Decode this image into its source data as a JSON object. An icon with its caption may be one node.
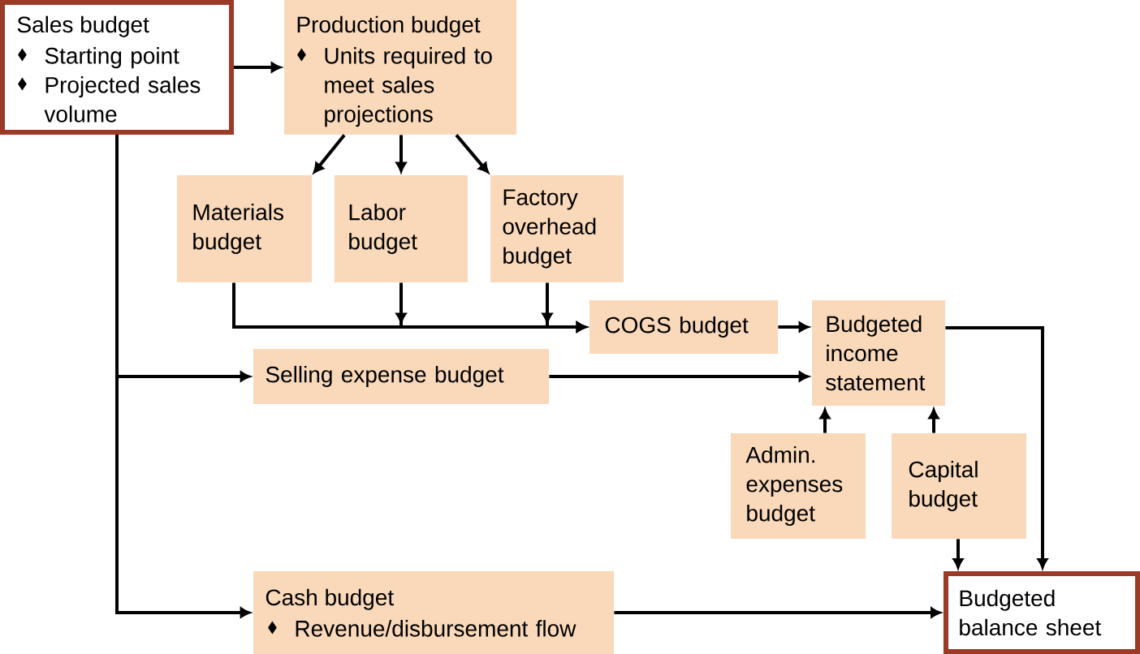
{
  "diagram": {
    "nodes": [
      {
        "text": [
          "Sales budget",
          "Starting point",
          "Projected sales volume"
        ]
      },
      {
        "text": [
          "Production budget",
          "Units required to meet sales projections"
        ]
      },
      {
        "text": [
          "Materials budget"
        ]
      },
      {
        "text": [
          "Labor budget"
        ]
      },
      {
        "text": [
          "Factory overhead budget"
        ]
      },
      {
        "text": [
          "COGS budget"
        ]
      },
      {
        "text": [
          "Budgeted income statement"
        ]
      },
      {
        "text": [
          "Selling expense budget"
        ]
      },
      {
        "text": [
          "Admin. expenses budget"
        ]
      },
      {
        "text": [
          "Capital budget"
        ]
      },
      {
        "text": [
          "Cash budget",
          "Revenue/disbursement flow"
        ]
      },
      {
        "text": [
          "Budgeted balance sheet"
        ]
      }
    ],
    "edges": [
      {
        "from": 0,
        "to": 1,
        "arrow": "to"
      },
      {
        "from": 1,
        "to": 2,
        "arrow": "to"
      },
      {
        "from": 1,
        "to": 3,
        "arrow": "to"
      },
      {
        "from": 1,
        "to": 4,
        "arrow": "to"
      },
      {
        "from": 2,
        "to": 5,
        "arrow": "to"
      },
      {
        "from": 3,
        "to": 5,
        "arrow": "to"
      },
      {
        "from": 4,
        "to": 5,
        "arrow": "to"
      },
      {
        "from": 5,
        "to": 6,
        "arrow": "to"
      },
      {
        "from": 0,
        "to": 7,
        "arrow": "to"
      },
      {
        "from": 7,
        "to": 6,
        "arrow": "to"
      },
      {
        "from": 8,
        "to": 6,
        "arrow": "to"
      },
      {
        "from": 9,
        "to": 6,
        "arrow": "to"
      },
      {
        "from": 6,
        "to": 11,
        "arrow": "to"
      },
      {
        "from": 9,
        "to": 11,
        "arrow": "to"
      },
      {
        "from": 0,
        "to": 10,
        "arrow": "to"
      },
      {
        "from": 10,
        "to": 11,
        "arrow": "to"
      }
    ]
  }
}
